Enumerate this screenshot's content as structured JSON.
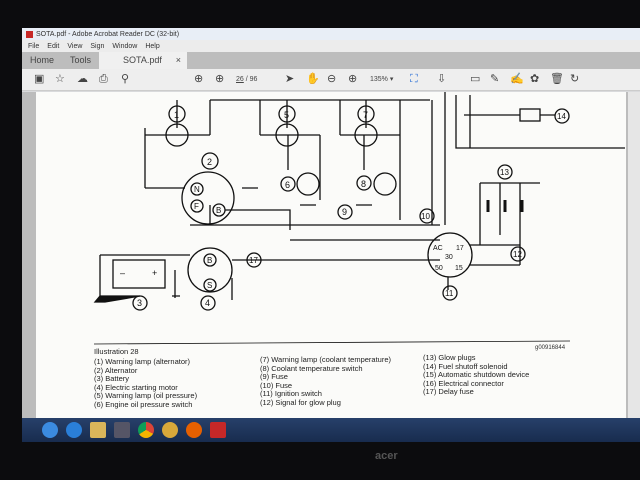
{
  "window": {
    "title": "SOTA.pdf - Adobe Acrobat Reader DC (32-bit)"
  },
  "menu": [
    "File",
    "Edit",
    "View",
    "Sign",
    "Window",
    "Help"
  ],
  "tabs": {
    "home": "Home",
    "tools": "Tools",
    "document": "SOTA.pdf",
    "close": "×"
  },
  "toolbar": {
    "page_current": "26",
    "page_sep": "/",
    "page_total": "96",
    "zoom": "135%"
  },
  "diagram": {
    "labels": [
      "1",
      "5",
      "7",
      "2",
      "6",
      "8",
      "9",
      "10",
      "11",
      "12",
      "13",
      "14",
      "17",
      "3",
      "4"
    ],
    "alternator_terminals": [
      "N",
      "F",
      "B"
    ],
    "starter_terminals": [
      "B",
      "S"
    ],
    "switch_terminals": [
      "AC",
      "17",
      "30",
      "50",
      "15"
    ],
    "figure_id": "g00916844"
  },
  "caption": {
    "title": "Illustration 28",
    "col1": [
      "(1) Warning lamp (alternator)",
      "(2) Alternator",
      "(3) Battery",
      "(4) Electric starting motor",
      "(5) Warning lamp (oil pressure)",
      "(6) Engine oil pressure switch"
    ],
    "col2": [
      "(7) Warning lamp (coolant temperature)",
      "(8) Coolant temperature switch",
      "(9) Fuse",
      "(10) Fuse",
      "(11) Ignition switch",
      "(12) Signal for glow plug"
    ],
    "col3": [
      "(13) Glow plugs",
      "(14) Fuel shutoff solenoid",
      "(15) Automatic shutdown device",
      "(16) Electrical connector",
      "(17) Delay fuse"
    ]
  },
  "monitor": {
    "brand": "acer"
  }
}
